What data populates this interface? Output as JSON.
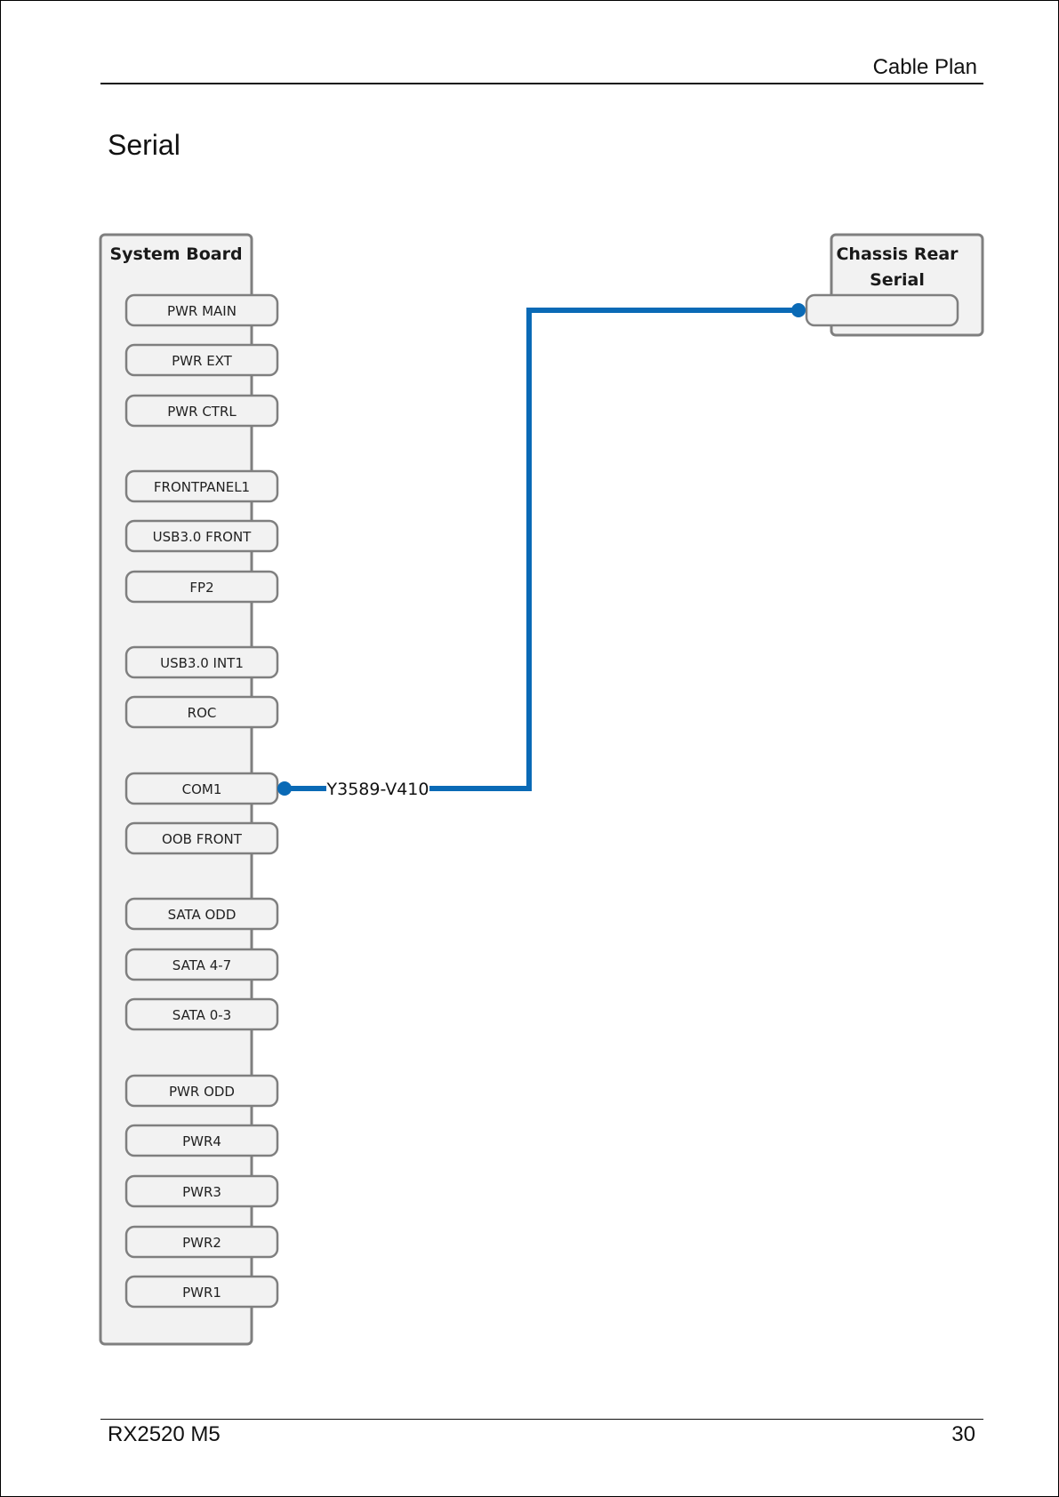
{
  "header": {
    "title": "Cable Plan"
  },
  "section": {
    "title": "Serial"
  },
  "diagram": {
    "system_board": {
      "title": "System Board",
      "ports": [
        "PWR MAIN",
        "PWR EXT",
        "PWR CTRL",
        "FRONTPANEL1",
        "USB3.0 FRONT",
        "FP2",
        "USB3.0 INT1",
        "ROC",
        "COM1",
        "OOB FRONT",
        "SATA ODD",
        "SATA 4-7",
        "SATA 0-3",
        "PWR ODD",
        "PWR4",
        "PWR3",
        "PWR2",
        "PWR1"
      ]
    },
    "chassis": {
      "title_line1": "Chassis Rear",
      "title_line2": "Serial",
      "port": ""
    },
    "cable": {
      "label": "Y3589-V410",
      "from": "COM1",
      "color": "#0a6ab6"
    }
  },
  "footer": {
    "model": "RX2520 M5",
    "page": "30"
  }
}
